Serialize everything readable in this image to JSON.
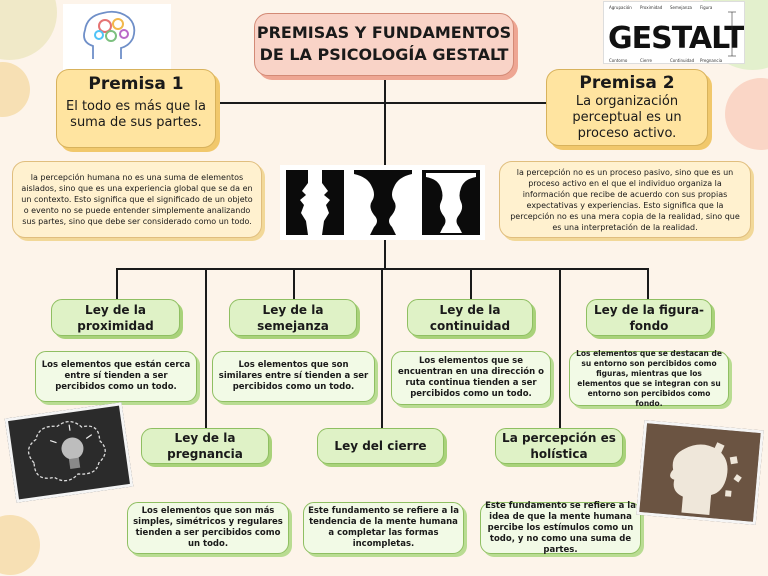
{
  "title": {
    "line1": "PREMISAS Y FUNDAMENTOS",
    "line2": "DE LA PSICOLOGÍA GESTALT"
  },
  "premisa1": {
    "heading": "Premisa 1",
    "text": "El todo es más que la suma de sus partes.",
    "description": "la percepción humana no es una suma de elementos aislados, sino que es una experiencia global que se da en un contexto. Esto significa que el significado de un objeto o evento no se puede entender simplemente analizando sus partes, sino que debe ser considerado como un todo."
  },
  "premisa2": {
    "heading": "Premisa 2",
    "text": "La organización perceptual es un proceso activo.",
    "description": "la percepción no es un proceso pasivo, sino que es un proceso activo en el que el individuo organiza la información que recibe de acuerdo con sus propias expectativas y experiencias. Esto significa que la percepción no es una mera copia de la realidad, sino que es una interpretación de la realidad."
  },
  "gestalt_logo": {
    "word": "GESTALT",
    "labels": [
      "Agrupación",
      "Proximidad",
      "Semejanza",
      "Figura",
      "Contorno",
      "Cierre",
      "Continuidad",
      "Pregnancia"
    ]
  },
  "laws": [
    {
      "name": "Ley de la proximidad",
      "description": "Los elementos que están cerca entre sí tienden a ser percibidos como un todo."
    },
    {
      "name": "Ley de la semejanza",
      "description": "Los elementos que son similares entre sí tienden a ser percibidos como un todo."
    },
    {
      "name": "Ley de la continuidad",
      "description": "Los elementos que se encuentran en una dirección o ruta continua tienden a ser percibidos como un todo."
    },
    {
      "name": "Ley de la figura-fondo",
      "description": "Los elementos que se destacan de su entorno son percibidos como figuras, mientras que los elementos que se integran con su entorno son percibidos como fondo."
    },
    {
      "name": "Ley de la pregnancia",
      "description": "Los elementos que son más simples, simétricos y regulares tienden a ser percibidos como un todo."
    },
    {
      "name": "Ley del cierre",
      "description": "Este fundamento se refiere a la tendencia de la mente humana a completar las formas incompletas."
    },
    {
      "name": "La percepción es holística",
      "description": "Este fundamento se refiere a la idea de que la mente humana percibe los estímulos como un todo, y no como una suma de partes."
    }
  ],
  "colors": {
    "background": "#fdf4ea",
    "title_fill": "#f9d3c7",
    "premisa_fill": "#ffe4a0",
    "law_fill": "#dff2c6",
    "connector": "#1a1a1a"
  }
}
